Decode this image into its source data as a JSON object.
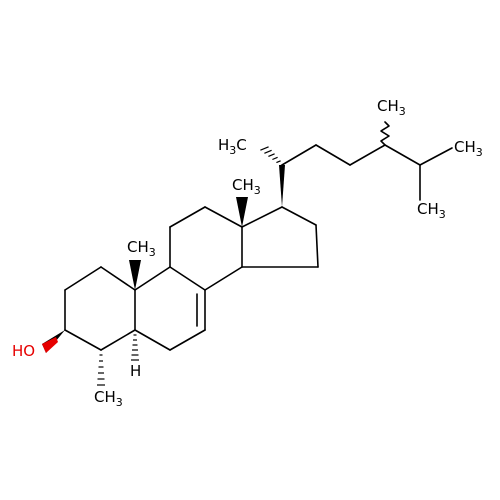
{
  "molecule": {
    "labels": {
      "hydroxyl": {
        "main": "HO"
      },
      "methyl_c4": {
        "main": "CH",
        "sub": "3"
      },
      "hydrogen_c5": {
        "main": "H"
      },
      "methyl_c10": {
        "main": "CH",
        "sub": "3"
      },
      "methyl_c13": {
        "main": "CH",
        "sub": "3"
      },
      "methyl_c20": {
        "main": "H",
        "sub": "3",
        "tail": "C"
      },
      "methyl_c24": {
        "main": "CH",
        "sub": "3"
      },
      "methyl_c25a": {
        "main": "CH",
        "sub": "3"
      },
      "methyl_c25b": {
        "main": "CH",
        "sub": "3"
      }
    },
    "colors": {
      "bond": "#000000",
      "oxygen": "#e60000"
    }
  }
}
